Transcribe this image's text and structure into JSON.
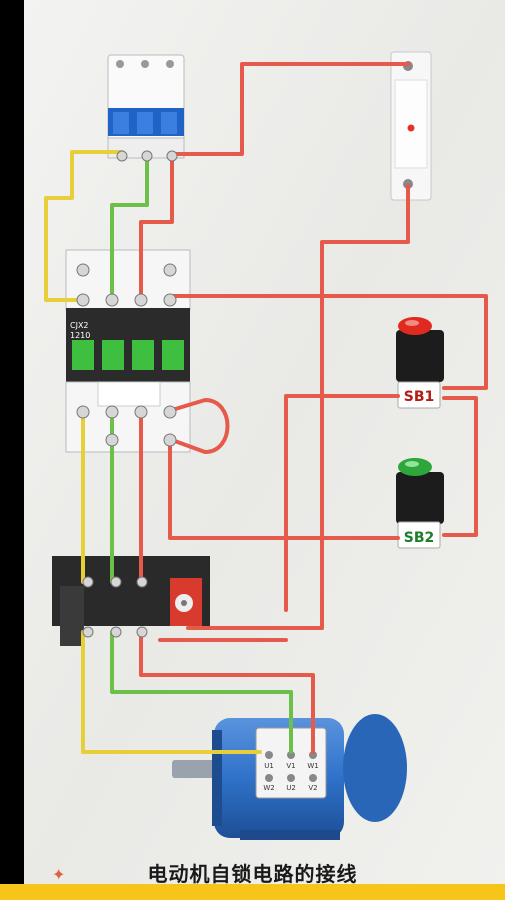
{
  "caption": "电动机自锁电路的接线",
  "banner_text": "",
  "labels": {
    "sb1": "SB1",
    "sb2": "SB2",
    "contactor_model": "CJX2",
    "contactor_rating": "1210",
    "motor_terminals_top": [
      "U1",
      "V1",
      "W1"
    ],
    "motor_terminals_bottom": [
      "W2",
      "U2",
      "V2"
    ]
  },
  "colors": {
    "wire_red": "#e55a4a",
    "wire_yellow": "#e8cf3a",
    "wire_green": "#6cc04a",
    "button_red": "#e02a20",
    "button_green": "#2ea63a",
    "breaker_blue": "#1f63c7",
    "motor_blue": "#2f72c9",
    "banner_yellow": "#f7c51a"
  }
}
